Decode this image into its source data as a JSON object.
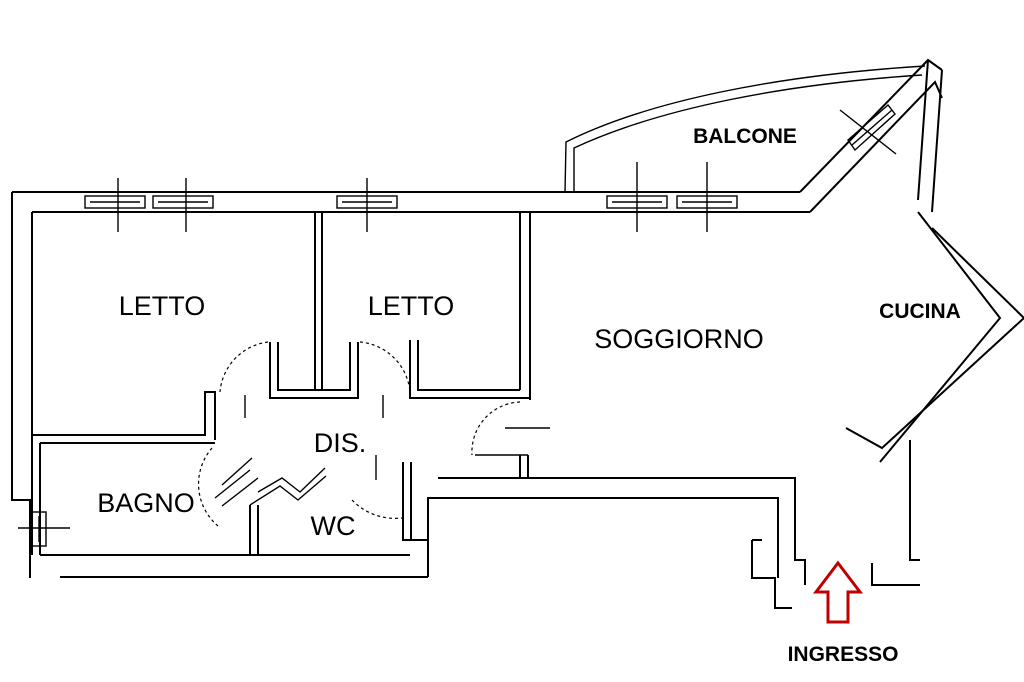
{
  "rooms": {
    "letto_1": "LETTO",
    "letto_2": "LETTO",
    "soggiorno": "SOGGIORNO",
    "cucina": "CUCINA",
    "balcone": "BALCONE",
    "dis": "DIS.",
    "bagno": "BAGNO",
    "wc": "WC"
  },
  "entrance": {
    "label": "INGRESSO",
    "arrow_color": "#c00000"
  }
}
